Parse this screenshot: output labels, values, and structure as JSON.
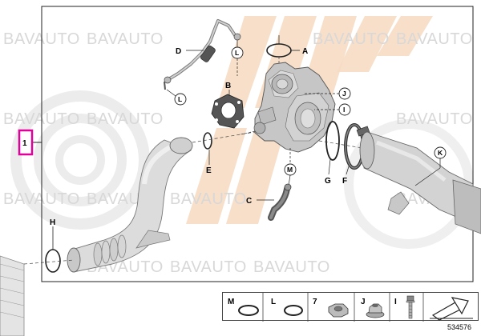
{
  "watermark": {
    "text": "BAVAUTO"
  },
  "callouts": {
    "A": "A",
    "B": "B",
    "C": "C",
    "D": "D",
    "E": "E",
    "F": "F",
    "G": "G",
    "H": "H",
    "I": "I",
    "J": "J",
    "K": "K",
    "L1": "L",
    "L2": "L",
    "M": "M"
  },
  "item_number": "1",
  "legend": {
    "items": [
      {
        "letter": "M"
      },
      {
        "letter": "L"
      },
      {
        "letter": "7"
      },
      {
        "letter": "J"
      },
      {
        "letter": "I"
      }
    ]
  },
  "part_number": "534576",
  "colors": {
    "highlight_box": "#e0009a",
    "watermark_orange": "#f6dcc3",
    "watermark_grey": "#e6e6e6"
  }
}
